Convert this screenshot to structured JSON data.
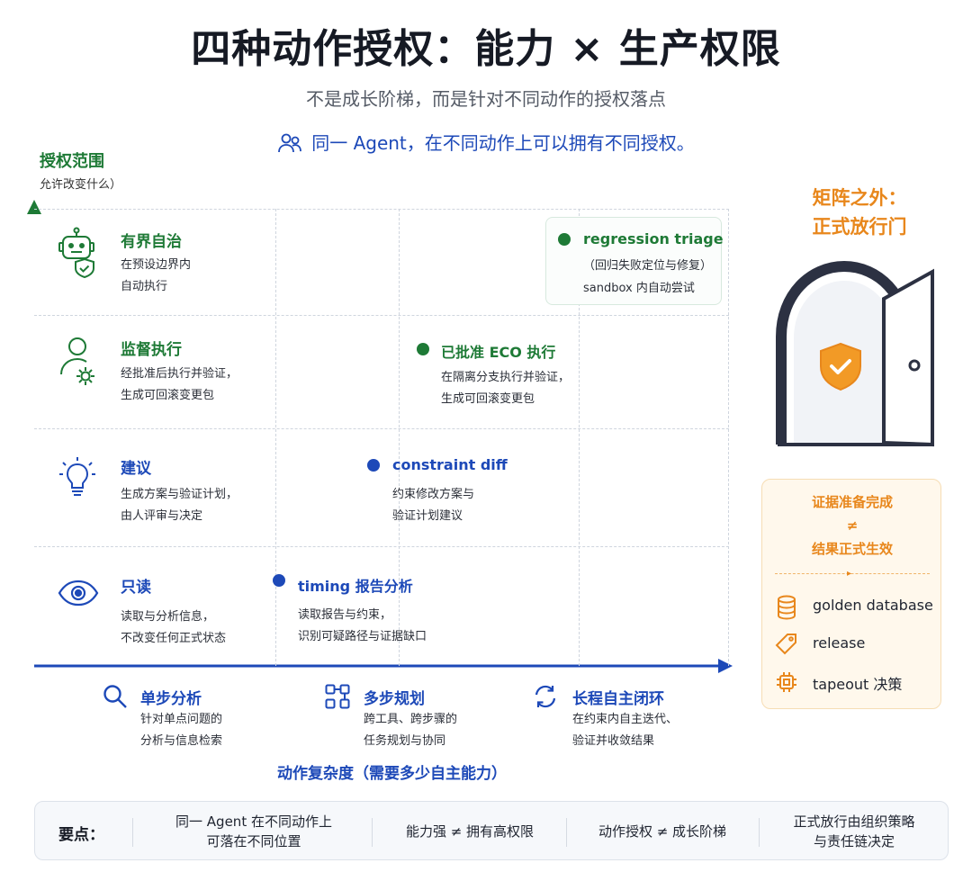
{
  "title": "四种动作授权：能力 × 生产权限",
  "subtitle": "不是成长阶梯，而是针对不同动作的授权落点",
  "note": "同一 Agent，在不同动作上可以拥有不同授权。",
  "y_axis": {
    "title": "授权范围",
    "subtitle": "允许改变什么）"
  },
  "rows": [
    {
      "name": "有界自治",
      "desc1": "在预设边界内",
      "desc2": "自动执行",
      "color": "#1e7a36",
      "icon": "robot-shield-icon"
    },
    {
      "name": "监督执行",
      "desc1": "经批准后执行并验证，",
      "desc2": "生成可回滚变更包",
      "color": "#1e7a36",
      "icon": "person-gear-icon"
    },
    {
      "name": "建议",
      "desc1": "生成方案与验证计划，",
      "desc2": "由人评审与决定",
      "color": "#1d49b8",
      "icon": "lightbulb-icon"
    },
    {
      "name": "只读",
      "desc1": "读取与分析信息，",
      "desc2": "不改变任何正式状态",
      "color": "#1d49b8",
      "icon": "eye-icon"
    }
  ],
  "cells": {
    "triage": {
      "title": "regression triage",
      "desc1": "（回归失败定位与修复）",
      "desc2": "sandbox 内自动尝试",
      "color": "#1e7a36"
    },
    "eco": {
      "title": "已批准 ECO 执行",
      "desc1": "在隔离分支执行并验证，",
      "desc2": "生成可回滚变更包",
      "color": "#1e7a36"
    },
    "constraint": {
      "title": "constraint diff",
      "desc1": "约束修改方案与",
      "desc2": "验证计划建议",
      "color": "#1d49b8"
    },
    "timing": {
      "title": "timing 报告分析",
      "desc1": "读取报告与约束，",
      "desc2": "识别可疑路径与证据缺口",
      "color": "#1d49b8"
    }
  },
  "x_axis": {
    "title": "动作复杂度（需要多少自主能力）",
    "columns": [
      {
        "name": "单步分析",
        "desc1": "针对单点问题的",
        "desc2": "分析与信息检索",
        "icon": "search-icon"
      },
      {
        "name": "多步规划",
        "desc1": "跨工具、跨步骤的",
        "desc2": "任务规划与协同",
        "icon": "workflow-icon"
      },
      {
        "name": "长程自主闭环",
        "desc1": "在约束内自主迭代、",
        "desc2": "验证并收敛结果",
        "icon": "refresh-cycle-icon"
      }
    ]
  },
  "gate": {
    "title_line1": "矩阵之外：",
    "title_line2": "正式放行门",
    "panel_line1": "证据准备完成",
    "panel_neq": "≠",
    "panel_line2": "结果正式生效",
    "items": [
      {
        "label": "golden database",
        "icon": "database-icon"
      },
      {
        "label": "release",
        "icon": "tag-icon"
      },
      {
        "label": "tapeout 决策",
        "icon": "chip-icon"
      }
    ]
  },
  "key_points": {
    "head": "要点：",
    "items": [
      {
        "line1": "同一 Agent 在不同动作上",
        "line2": "可落在不同位置"
      },
      {
        "line1": "能力强 ≠ 拥有高权限",
        "line2": ""
      },
      {
        "line1": "动作授权 ≠ 成长阶梯",
        "line2": ""
      },
      {
        "line1": "正式放行由组织策略",
        "line2": "与责任链决定"
      }
    ]
  },
  "colors": {
    "green": "#1e7a36",
    "blue": "#1d49b8",
    "orange": "#e8871c",
    "navy": "#2c3142"
  }
}
